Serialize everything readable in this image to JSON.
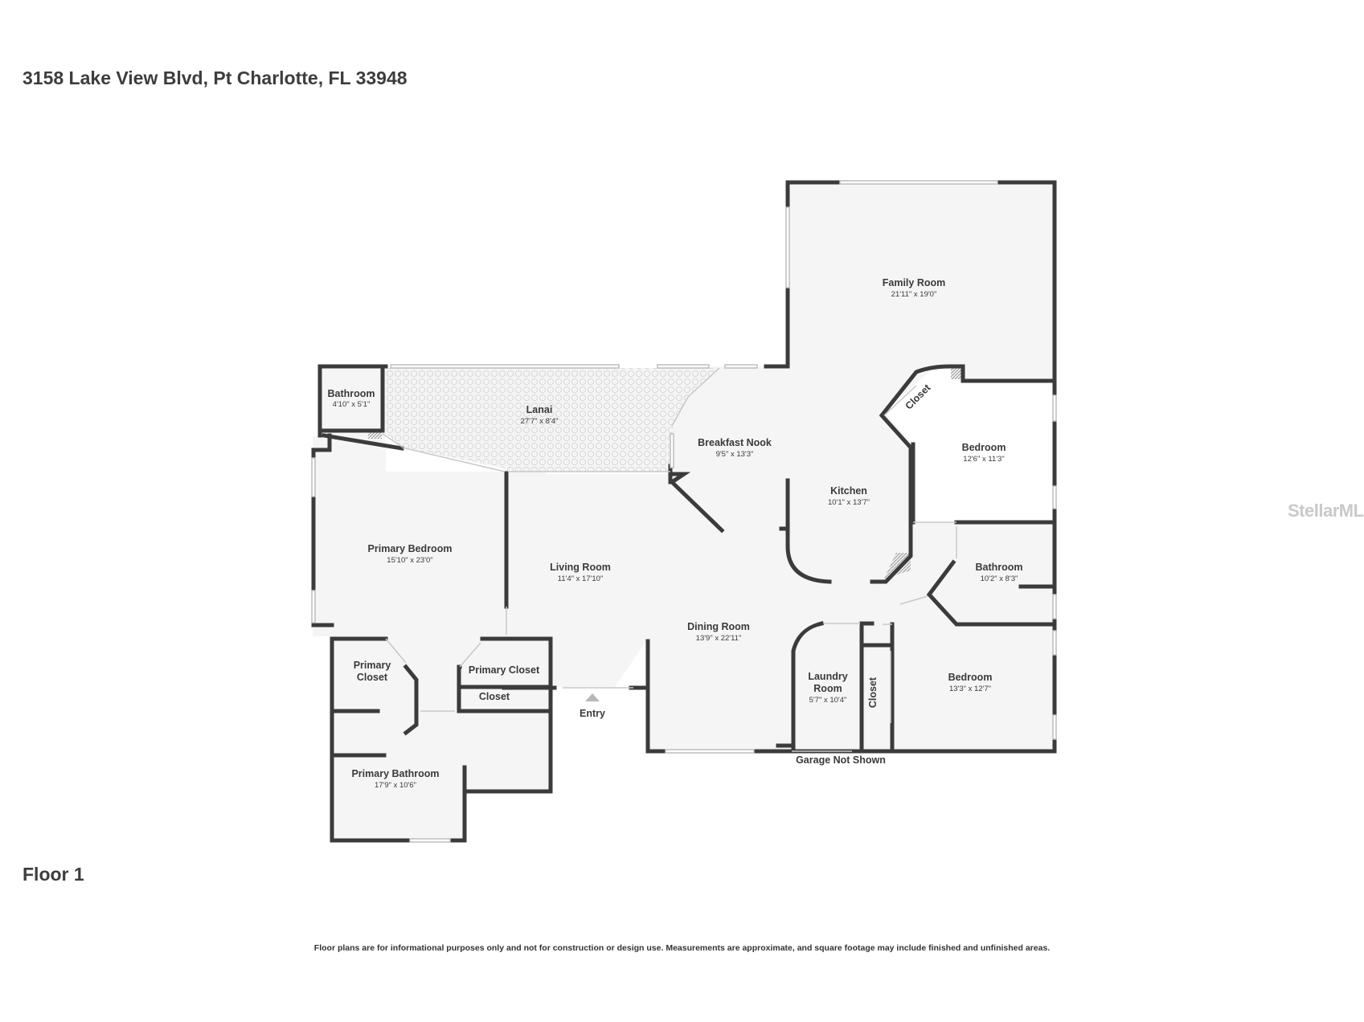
{
  "header": {
    "address": "3158 Lake View Blvd, Pt Charlotte, FL 33948"
  },
  "floor_label": "Floor 1",
  "disclaimer": "Floor plans are for informational purposes only and not for construction or design use. Measurements are approximate, and square footage may include finished and unfinished areas.",
  "watermark": "StellarMLS",
  "rooms": {
    "family_room": {
      "name": "Family Room",
      "dims": "21'11\" x 19'0\""
    },
    "bathroom_small": {
      "name": "Bathroom",
      "dims": "4'10\" x 5'1\""
    },
    "lanai": {
      "name": "Lanai",
      "dims": "27'7\" x 8'4\""
    },
    "breakfast_nook": {
      "name": "Breakfast Nook",
      "dims": "9'5\" x 13'3\""
    },
    "kitchen": {
      "name": "Kitchen",
      "dims": "10'1\" x 13'7\""
    },
    "bedroom_upper": {
      "name": "Bedroom",
      "dims": "12'6\" x 11'3\""
    },
    "closet_diag": {
      "name": "Closet"
    },
    "primary_bedroom": {
      "name": "Primary Bedroom",
      "dims": "15'10\" x 23'0\""
    },
    "living_room": {
      "name": "Living Room",
      "dims": "11'4\" x 17'10\""
    },
    "bathroom_right": {
      "name": "Bathroom",
      "dims": "10'2\" x 8'3\""
    },
    "dining_room": {
      "name": "Dining Room",
      "dims": "13'9\" x 22'11\""
    },
    "laundry_room": {
      "name": "Laundry Room",
      "dims": "5'7\" x 10'4\""
    },
    "closet_vertical": {
      "name": "Closet"
    },
    "bedroom_lower": {
      "name": "Bedroom",
      "dims": "13'3\" x 12'7\""
    },
    "primary_closet_left": {
      "name": "Primary Closet"
    },
    "primary_closet_right": {
      "name": "Primary Closet"
    },
    "closet_small": {
      "name": "Closet"
    },
    "primary_bathroom": {
      "name": "Primary Bathroom",
      "dims": "17'9\" x 10'6\""
    }
  },
  "labels": {
    "entry": "Entry",
    "garage": "Garage Not Shown"
  }
}
